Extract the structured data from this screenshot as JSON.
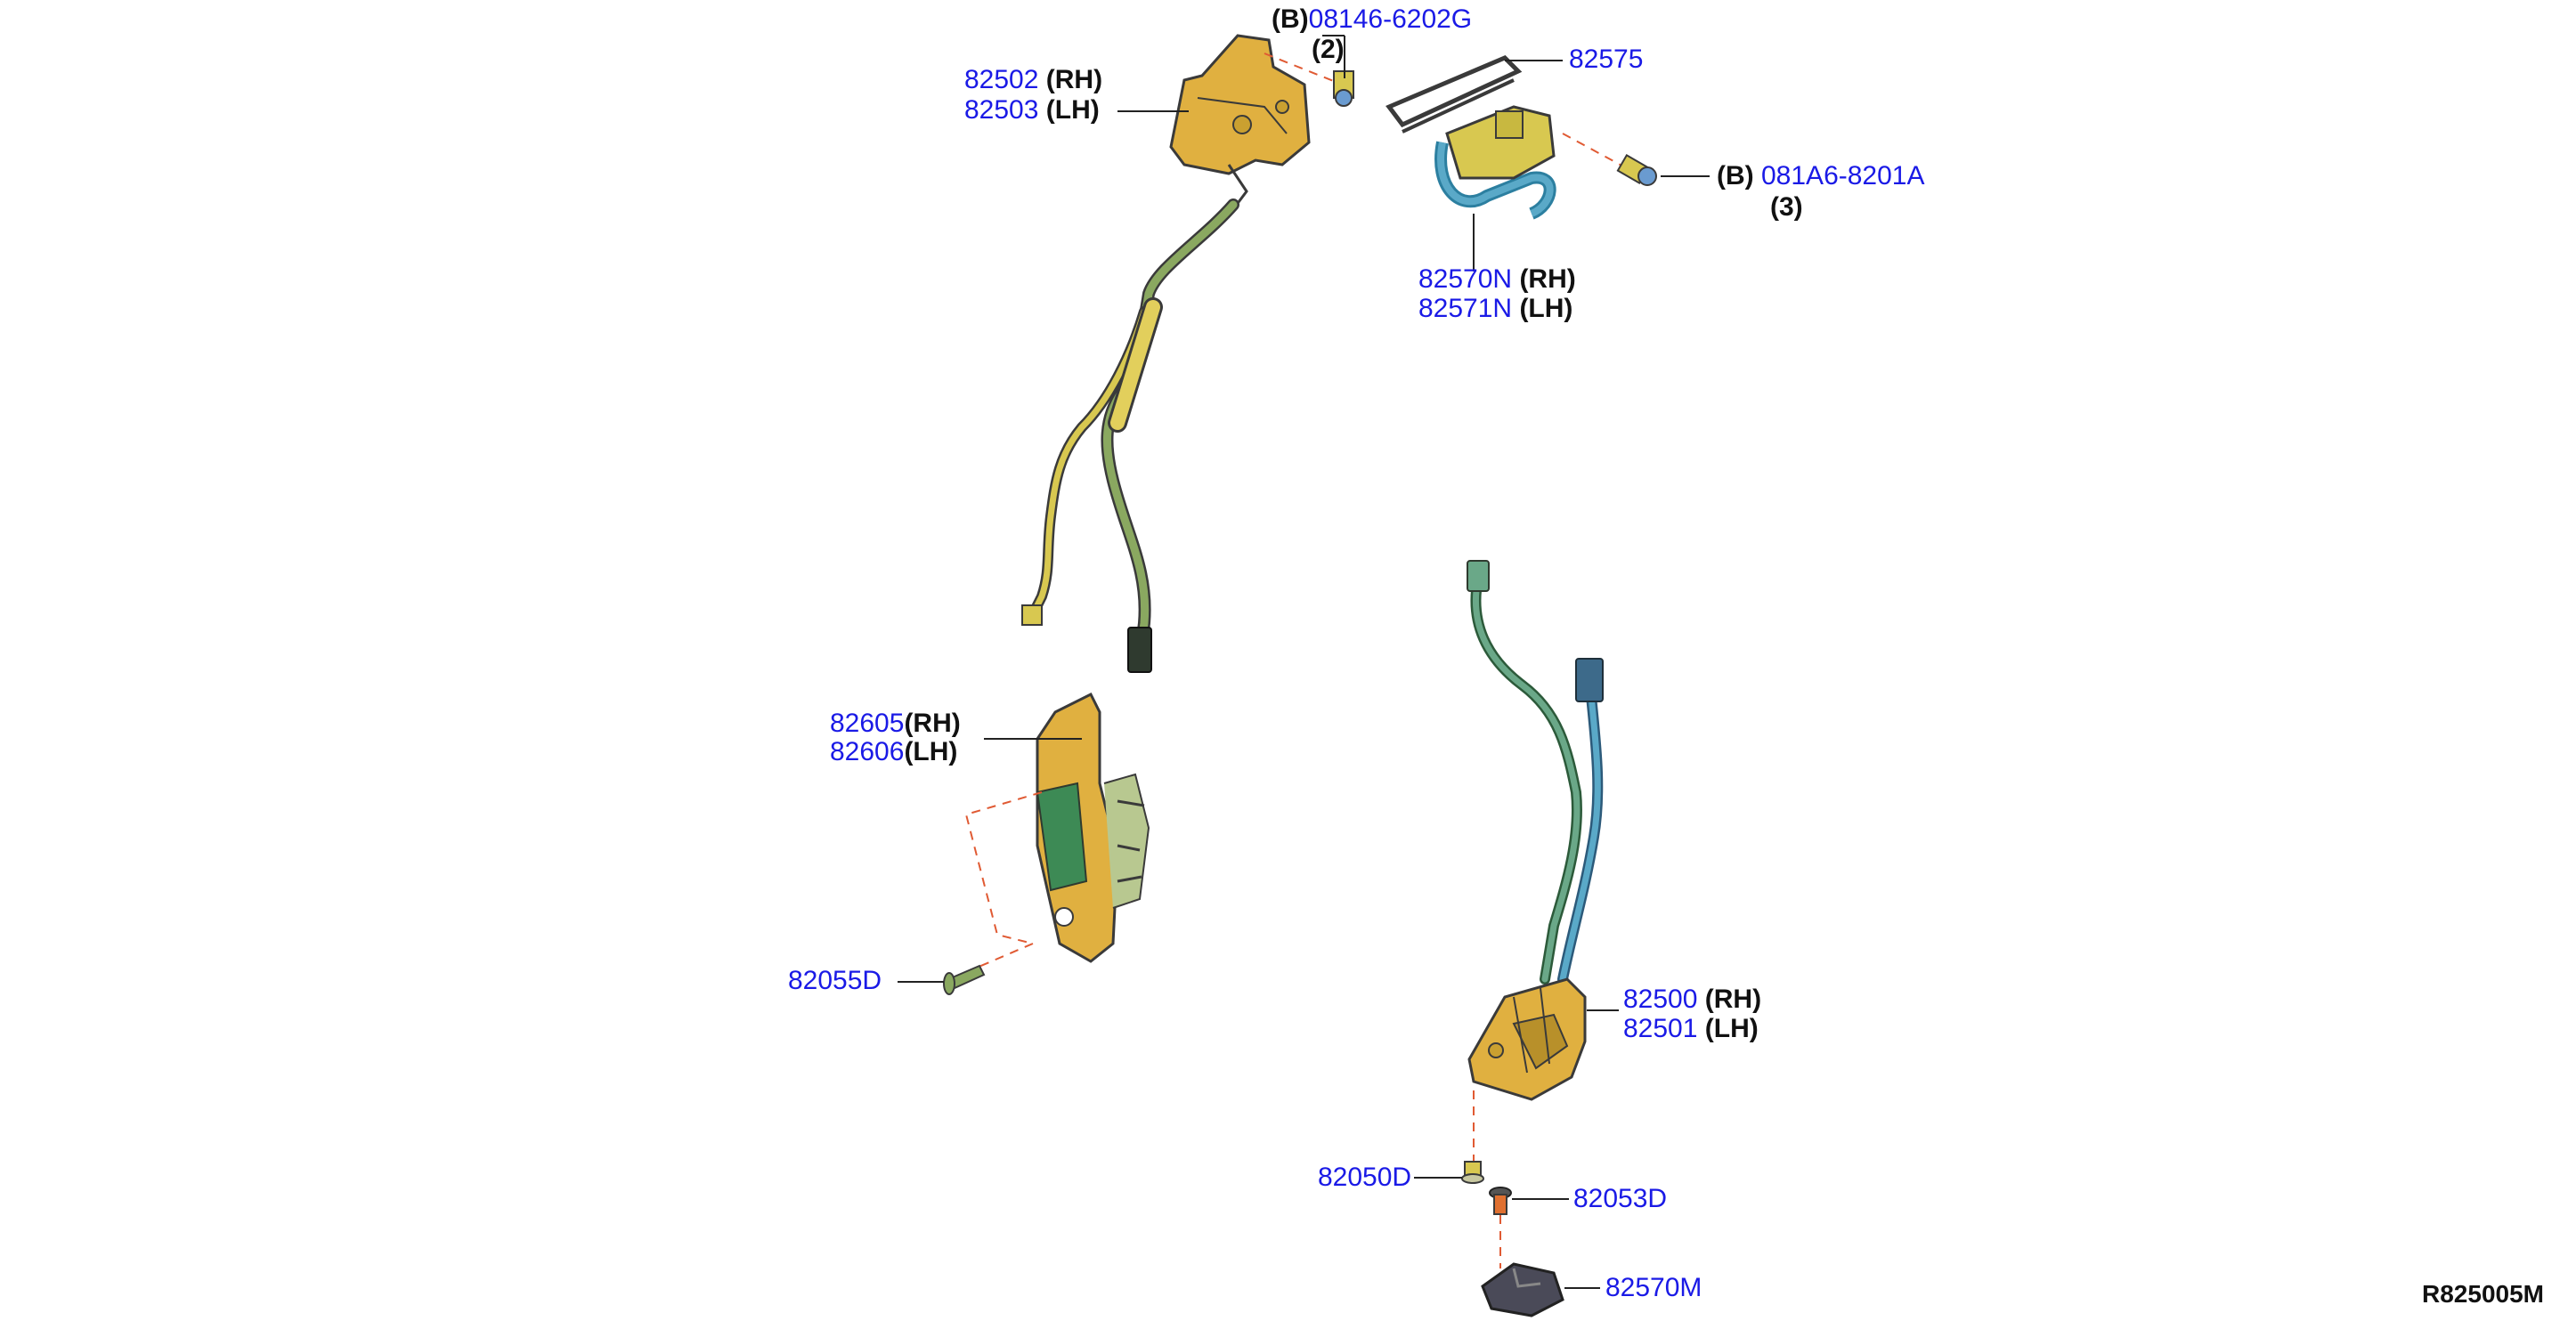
{
  "colors": {
    "part_number": "#1a1ae6",
    "leader": "#222222",
    "dash": "#e05a33",
    "latch_body": "#e0b040",
    "cable_green": "#8aa860",
    "cable_yellow": "#d8c850",
    "cable_blue": "#5aa9c8",
    "dark": "#3a3a3a"
  },
  "callouts": {
    "bolt_top": {
      "prefix": "(B)",
      "number": "08146-6202G",
      "qty": "(2)"
    },
    "latch_upper_rh": {
      "number": "82502",
      "side": "(RH)"
    },
    "latch_upper_lh": {
      "number": "82503",
      "side": "(LH)"
    },
    "seal": {
      "number": "82575"
    },
    "bolt_right": {
      "prefix": "(B)",
      "number": "081A6-8201A",
      "qty": "(3)"
    },
    "striker_rh": {
      "number": "82570N",
      "side": "(RH)"
    },
    "striker_lh": {
      "number": "82571N",
      "side": "(LH)"
    },
    "plate_rh": {
      "number": "82605",
      "side": "(RH)"
    },
    "plate_lh": {
      "number": "82606",
      "side": "(LH)"
    },
    "screw_left": {
      "number": "82055D"
    },
    "latch_lower_rh": {
      "number": "82500",
      "side": "(RH)"
    },
    "latch_lower_lh": {
      "number": "82501",
      "side": "(LH)"
    },
    "pin_a": {
      "number": "82050D"
    },
    "pin_b": {
      "number": "82053D"
    },
    "lower_striker": {
      "number": "82570M"
    }
  },
  "reference_code": "R825005M"
}
